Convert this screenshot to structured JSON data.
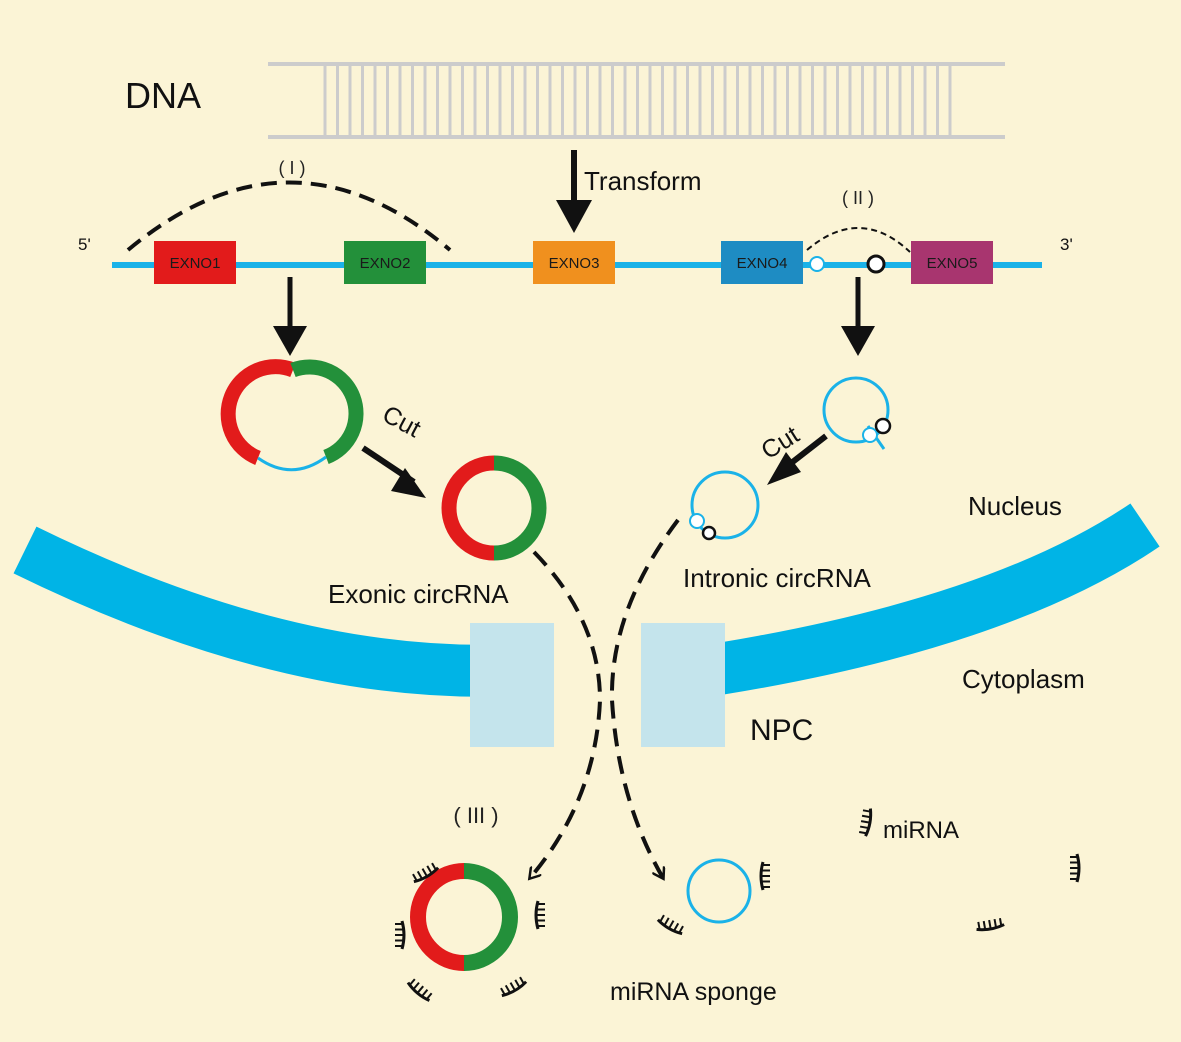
{
  "labels": {
    "dna": "DNA",
    "transform": "Transform",
    "five_prime": "5'",
    "three_prime": "3'",
    "pathway_i": "( I )",
    "pathway_ii": "( II )",
    "pathway_iii": "( III )",
    "cut_left": "Cut",
    "cut_right": "Cut",
    "exonic_circrna": "Exonic circRNA",
    "intronic_circrna": "Intronic circRNA",
    "nucleus": "Nucleus",
    "cytoplasm": "Cytoplasm",
    "npc": "NPC",
    "mirna": "miRNA",
    "mirna_sponge": "miRNA sponge"
  },
  "exons": [
    {
      "label": "EXNO1",
      "color": "#e21b1b"
    },
    {
      "label": "EXNO2",
      "color": "#23903a"
    },
    {
      "label": "EXNO3",
      "color": "#f0901e"
    },
    {
      "label": "EXNO4",
      "color": "#1e8cc3"
    },
    {
      "label": "EXNO5",
      "color": "#a8356f"
    }
  ],
  "colors": {
    "background": "#fbf4d6",
    "rna_strand": "#1ab2e8",
    "nuclear_membrane": "#00b4e6",
    "npc": "#c4e4ec",
    "dna": "#cccccc",
    "arrow": "#111111"
  }
}
